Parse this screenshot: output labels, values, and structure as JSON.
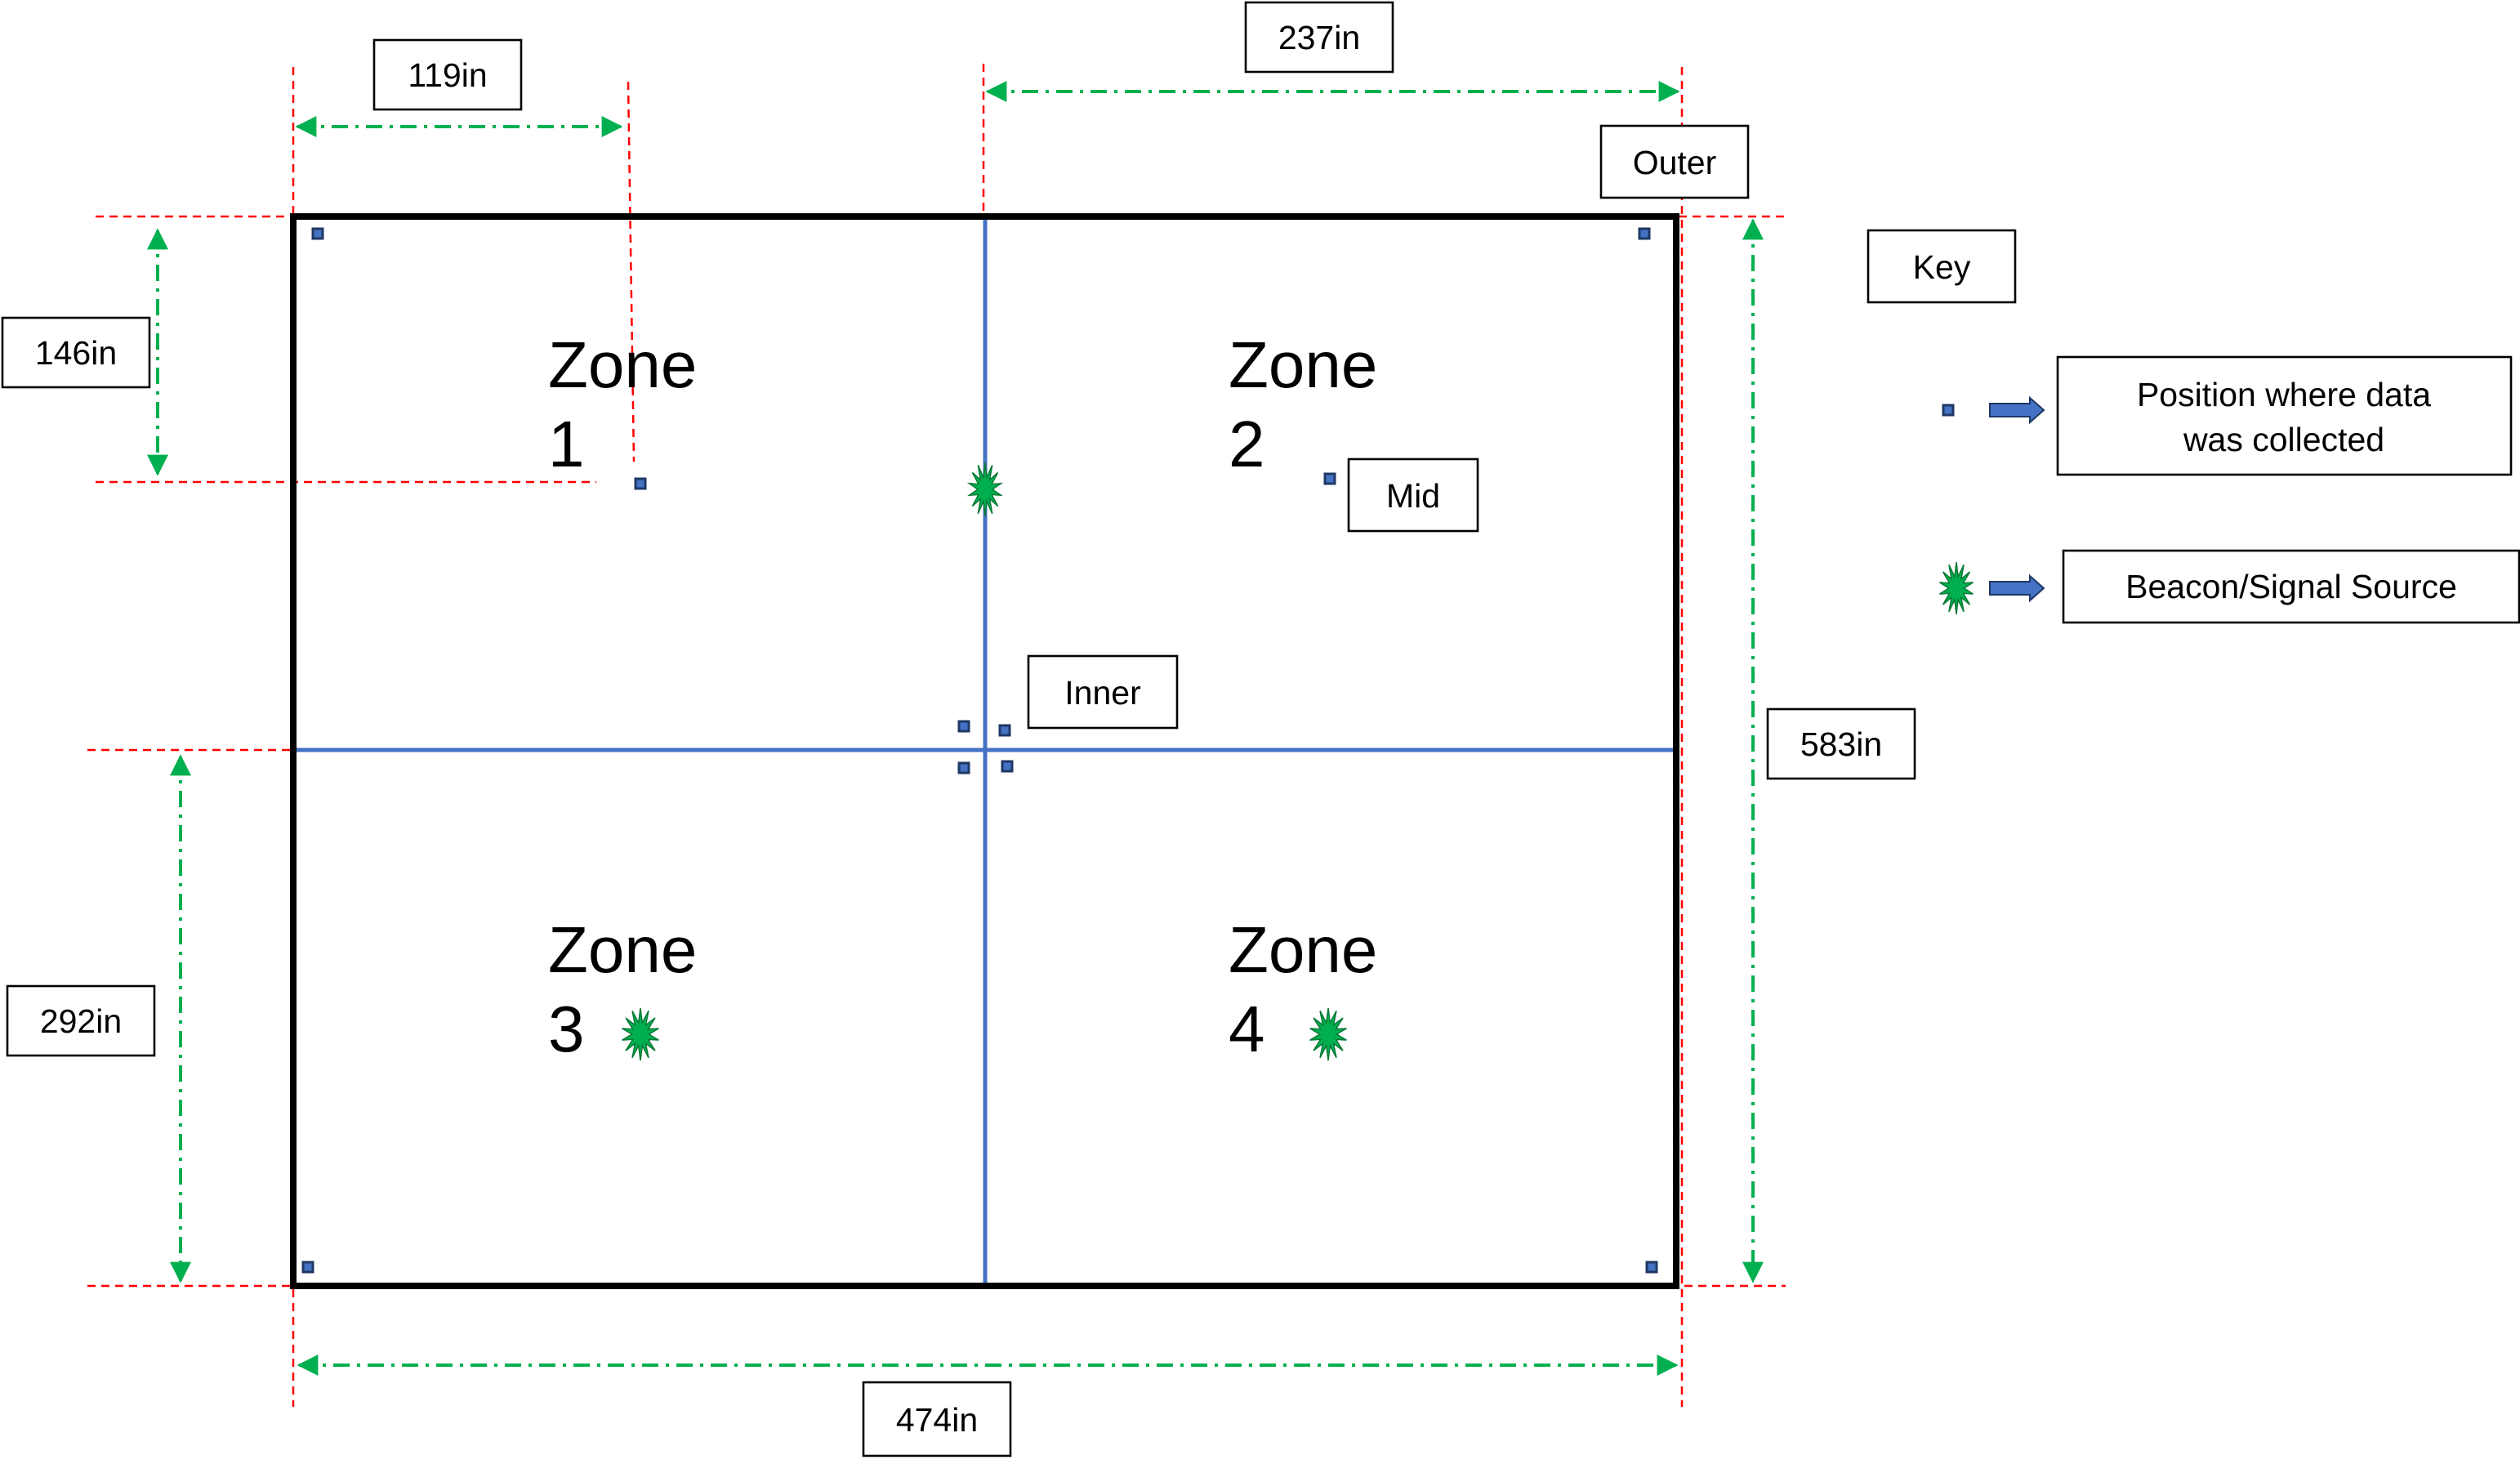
{
  "diagram": {
    "dimensions": {
      "d119": "119in",
      "d237": "237in",
      "d146": "146in",
      "d292": "292in",
      "d583": "583in",
      "d474": "474in"
    },
    "position_labels": {
      "outer": "Outer",
      "mid": "Mid",
      "inner": "Inner"
    },
    "zones": {
      "z1": {
        "word": "Zone",
        "number": "1"
      },
      "z2": {
        "word": "Zone",
        "number": "2"
      },
      "z3": {
        "word": "Zone",
        "number": "3"
      },
      "z4": {
        "word": "Zone",
        "number": "4"
      }
    },
    "key": {
      "title": "Key",
      "position_line1": "Position where data",
      "position_line2": "was collected",
      "beacon": "Beacon/Signal Source"
    },
    "colors": {
      "wall": "#000000",
      "divider": "#4472c4",
      "position_marker": "#4472c4",
      "beacon": "#00b050",
      "dimension_line": "#00b050",
      "guide_line": "#ff0000",
      "key_arrow": "#4472c4"
    },
    "icons": {
      "position": "square-marker-icon",
      "beacon": "starburst-icon",
      "arrow": "right-arrow-icon"
    }
  }
}
